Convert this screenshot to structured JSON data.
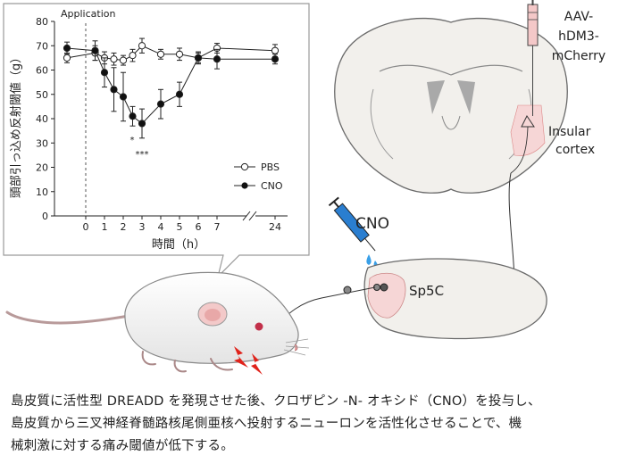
{
  "chart_data": {
    "type": "line",
    "title": "Application",
    "ylabel": "頭部引っ込め反射閾値（g）",
    "xlabel": "時間（h）",
    "ylim": [
      0,
      80
    ],
    "yticks": [
      "0",
      "10",
      "20",
      "30",
      "40",
      "50",
      "60",
      "70",
      "80"
    ],
    "xtick_labels": [
      "0",
      "1",
      "2",
      "3",
      "4",
      "5",
      "6",
      "7",
      "24"
    ],
    "legend_placement": "lower-right",
    "series": [
      {
        "name": "PBS",
        "marker": "open-circle",
        "x": [
          -1,
          0.5,
          1,
          1.5,
          2,
          2.5,
          3,
          4,
          5,
          6,
          7,
          24
        ],
        "y": [
          65,
          67,
          65,
          64.5,
          64,
          66,
          70,
          66.5,
          66.5,
          65,
          69,
          68
        ],
        "err": [
          2,
          3,
          2.5,
          2.5,
          2,
          2.5,
          3,
          2,
          2.5,
          2,
          2,
          2.5
        ]
      },
      {
        "name": "CNO",
        "marker": "filled-circle",
        "x": [
          -1,
          0.5,
          1,
          1.5,
          2,
          2.5,
          3,
          4,
          5,
          6,
          7,
          24
        ],
        "y": [
          69,
          68,
          59,
          52,
          49,
          41,
          38,
          46,
          50,
          65,
          64.5,
          64.5
        ],
        "err": [
          2.5,
          4,
          6,
          9,
          10,
          4,
          6,
          6,
          5,
          2.5,
          4,
          2
        ]
      }
    ],
    "annotations": [
      "*",
      "***"
    ]
  },
  "labels": {
    "cno_syringe": "CNO",
    "virus": [
      "AAV-",
      "hDM3-",
      "mCherry"
    ],
    "insular": [
      "Insular",
      "cortex"
    ],
    "sp5c": "Sp5C"
  },
  "caption": [
    "島皮質に活性型 DREADD を発現させた後、クロザピン -N- オキシド（CNO）を投与し、",
    "島皮質から三叉神経脊髄路核尾側亜核へ投射するニューロンを活性化させることで、機",
    "械刺激に対する痛み閾値が低下する。"
  ],
  "colors": {
    "brain": "#f2f0ec",
    "pink": "#f6d6d6",
    "syringe_blue": "#2a7ed0",
    "pain": "#e0231b"
  }
}
